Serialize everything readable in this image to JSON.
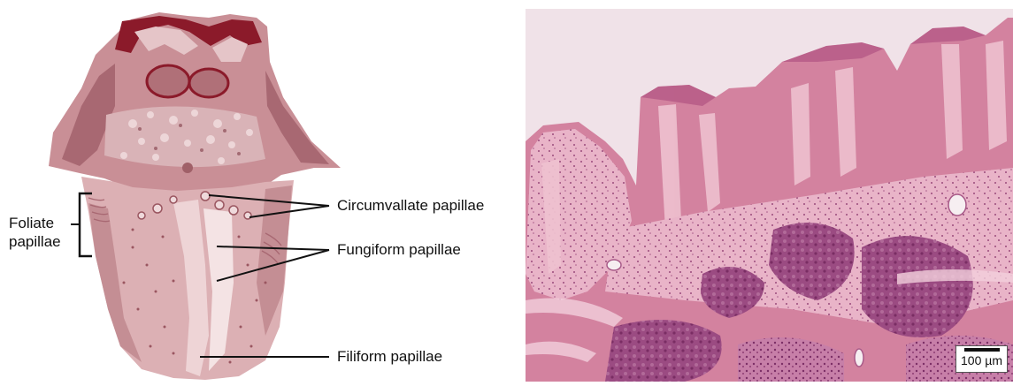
{
  "labels": {
    "foliate_line1": "Foliate",
    "foliate_line2": "papillae",
    "circumvallate": "Circumvallate papillae",
    "fungiform": "Fungiform papillae",
    "filiform": "Filiform papillae"
  },
  "micrograph": {
    "scale_label": "100 µm"
  },
  "colors": {
    "tongue_light": "#e8c4c6",
    "tongue_mid": "#c99a9e",
    "tongue_dark": "#a05a62",
    "tongue_deep": "#8b1a2a",
    "tissue_pink": "#e5a9be",
    "tissue_purple": "#9a4a7c",
    "tissue_bg": "#f2e6ea"
  }
}
